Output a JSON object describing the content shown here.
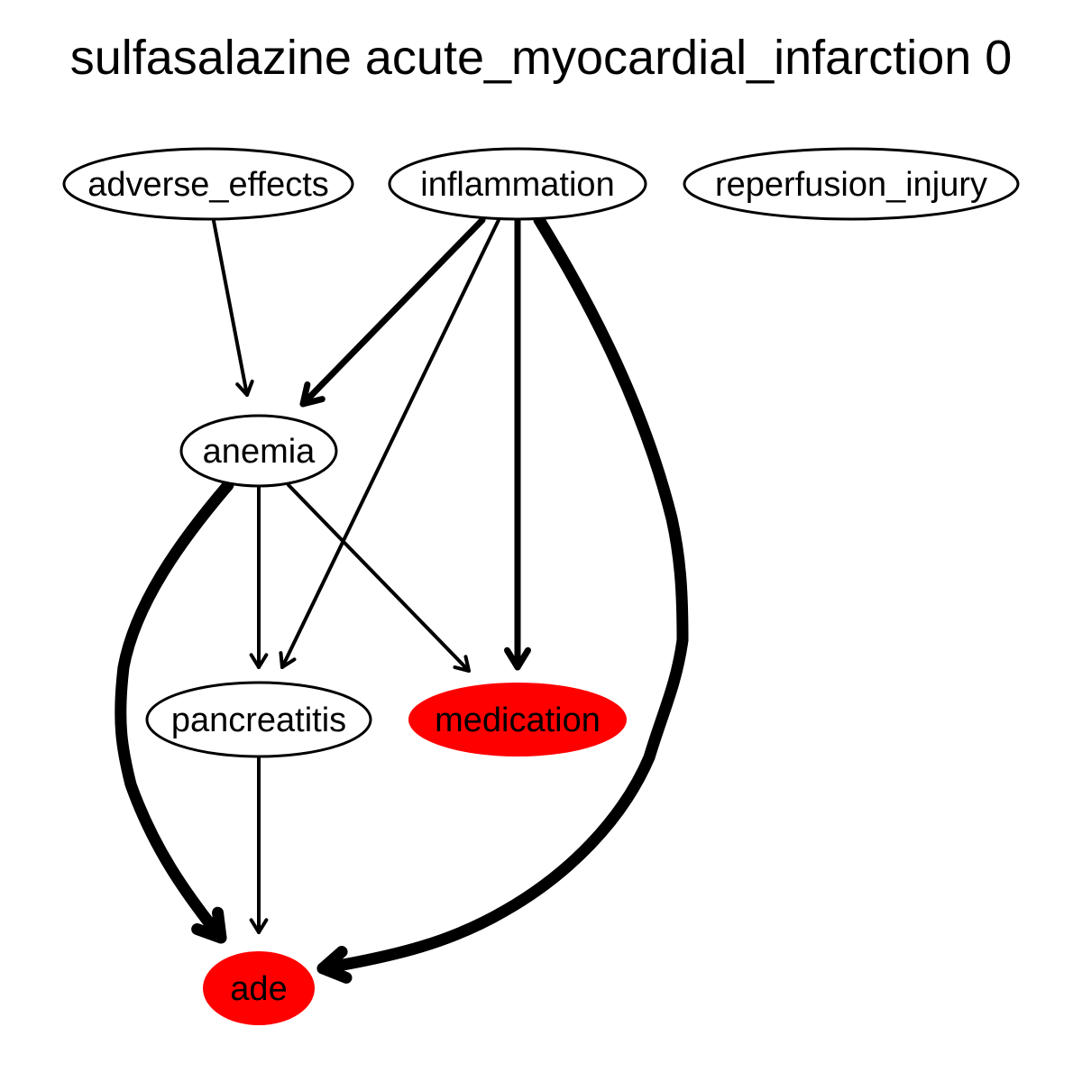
{
  "title": "sulfasalazine acute_myocardial_infarction 0",
  "colors": {
    "highlight": "#ff0000",
    "default_fill": "#ffffff",
    "stroke": "#000000"
  },
  "nodes": [
    {
      "id": "adverse_effects",
      "label": "adverse_effects",
      "highlighted": false
    },
    {
      "id": "inflammation",
      "label": "inflammation",
      "highlighted": false
    },
    {
      "id": "reperfusion_injury",
      "label": "reperfusion_injury",
      "highlighted": false
    },
    {
      "id": "anemia",
      "label": "anemia",
      "highlighted": false
    },
    {
      "id": "pancreatitis",
      "label": "pancreatitis",
      "highlighted": false
    },
    {
      "id": "medication",
      "label": "medication",
      "highlighted": true
    },
    {
      "id": "ade",
      "label": "ade",
      "highlighted": true
    }
  ],
  "edges": [
    {
      "from": "adverse_effects",
      "to": "anemia",
      "weight": "thin"
    },
    {
      "from": "inflammation",
      "to": "anemia",
      "weight": "medium"
    },
    {
      "from": "inflammation",
      "to": "pancreatitis",
      "weight": "thin"
    },
    {
      "from": "inflammation",
      "to": "medication",
      "weight": "medium"
    },
    {
      "from": "inflammation",
      "to": "ade",
      "weight": "heavy"
    },
    {
      "from": "anemia",
      "to": "pancreatitis",
      "weight": "thin"
    },
    {
      "from": "anemia",
      "to": "medication",
      "weight": "thin"
    },
    {
      "from": "anemia",
      "to": "ade",
      "weight": "heavy"
    },
    {
      "from": "pancreatitis",
      "to": "ade",
      "weight": "thin"
    }
  ]
}
